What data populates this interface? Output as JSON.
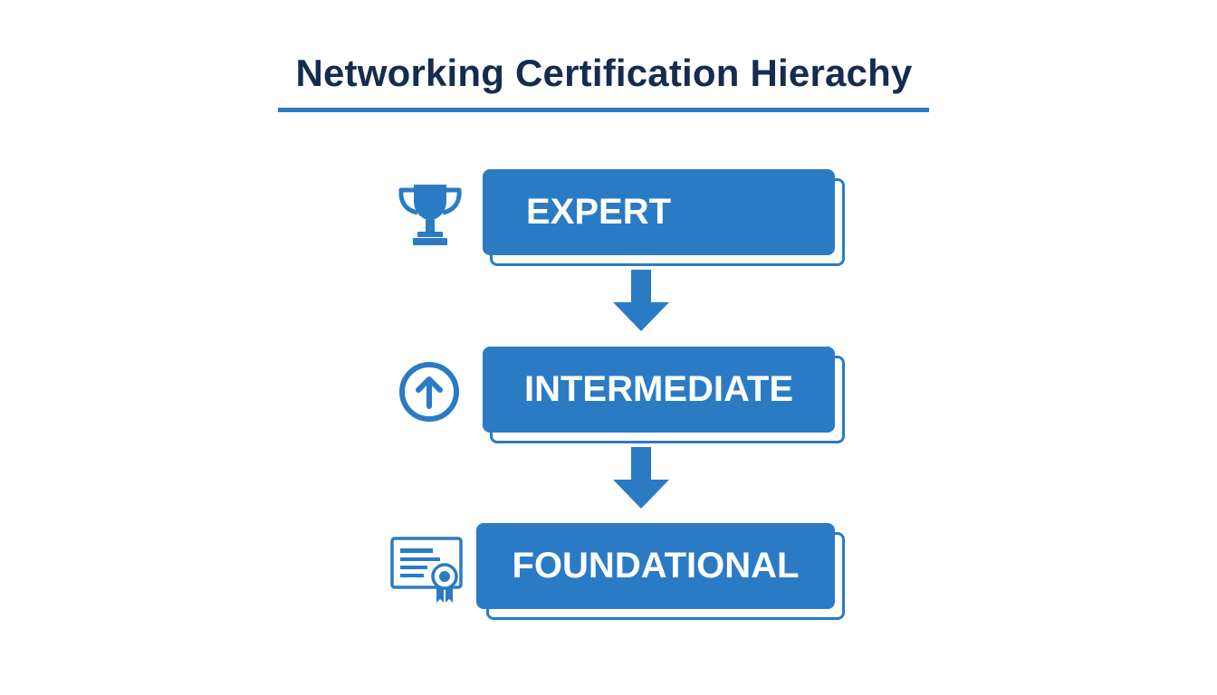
{
  "title": "Networking Certification Hierachy",
  "colors": {
    "accent": "#2a7bc4",
    "title_text": "#142c4e",
    "box_text": "#ffffff",
    "background": "#ffffff"
  },
  "tiers": [
    {
      "label": "EXPERT",
      "icon": "trophy-icon"
    },
    {
      "label": "INTERMEDIATE",
      "icon": "arrow-up-circle-icon"
    },
    {
      "label": "FOUNDATIONAL",
      "icon": "certificate-icon"
    }
  ],
  "connectors": [
    {
      "from": "EXPERT",
      "to": "INTERMEDIATE",
      "icon": "arrow-down-icon"
    },
    {
      "from": "INTERMEDIATE",
      "to": "FOUNDATIONAL",
      "icon": "arrow-down-icon"
    }
  ]
}
